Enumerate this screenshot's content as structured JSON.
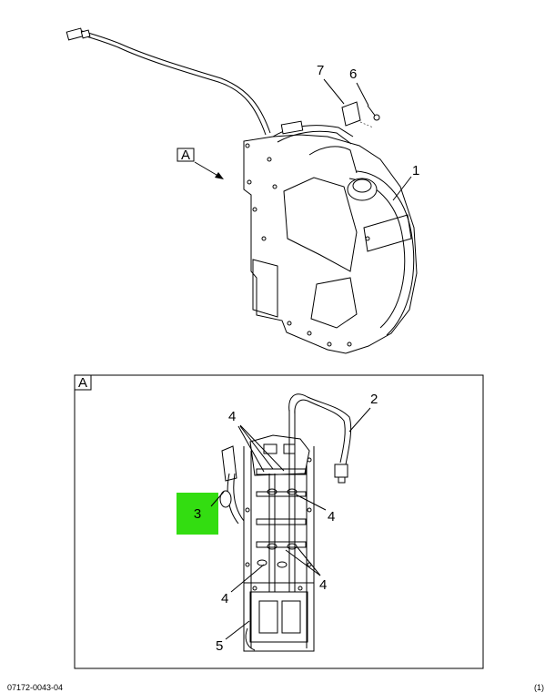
{
  "diagram": {
    "view_label": "A",
    "detail_label": "A",
    "callouts": {
      "c1": "1",
      "c2": "2",
      "c3": "3",
      "c4a": "4",
      "c4b": "4",
      "c4c": "4",
      "c4d": "4",
      "c5": "5",
      "c6": "6",
      "c7": "7"
    },
    "highlight_color": "#33dd11",
    "footer_left": "07172-0043-04",
    "footer_right": "(1)"
  }
}
